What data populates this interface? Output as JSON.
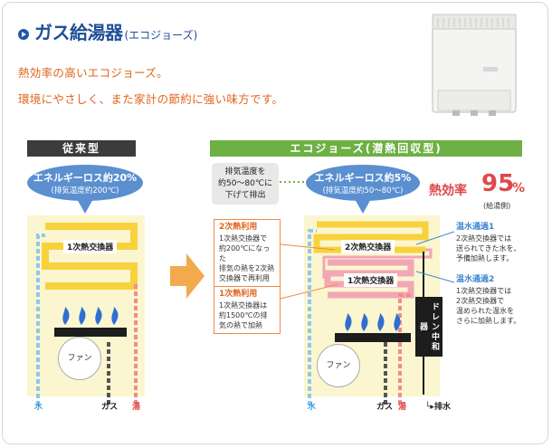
{
  "header": {
    "title": "ガス給湯器",
    "subtitle": "(エコジョーズ)",
    "lead1": "熱効率の高いエコジョーズ。",
    "lead2": "環境にやさしく、また家計の節約に強い味方です。"
  },
  "left": {
    "tag": "従来型",
    "bubble_l1": "エネルギーロス約20%",
    "bubble_l2": "(排気温度約200℃)",
    "hx1": "1次熱交換器",
    "fan": "ファン",
    "water": "水",
    "gas": "ガス",
    "hot": "湯"
  },
  "right": {
    "tag": "エコジョーズ(潜熱回収型)",
    "exhaust_note": [
      "排気温度を",
      "約50～80℃に",
      "下げて排出"
    ],
    "bubble_l1": "エネルギーロス約5%",
    "bubble_l2": "(排気温度約50～80℃)",
    "eff_label": "熱効率",
    "eff_value": "95",
    "eff_unit": "%",
    "eff_note": "(給湯側)",
    "hx2": "2次熱交換器",
    "hx1": "1次熱交換器",
    "fan": "ファン",
    "water": "水",
    "gas": "ガス",
    "hot": "湯",
    "drain_box": "ドレン中和器",
    "drain": "排水",
    "secondary_use_head": "2次熱利用",
    "secondary_use_body": [
      "1次熱交換器で",
      "約200℃になった",
      "排気の熱を2次熱",
      "交換器で再利用"
    ],
    "primary_use_head": "1次熱利用",
    "primary_use_body": [
      "1次熱交換器は",
      "約1500℃の排",
      "気の熱で加熱"
    ],
    "pass1_head": "温水通過1",
    "pass1_body": [
      "2次熱交換器では",
      "送られてきた水を、",
      "予備加熱します。"
    ],
    "pass2_head": "温水通過2",
    "pass2_body": [
      "1次熱交換器では",
      "2次熱交換器で",
      "温められた温水を",
      "さらに加熱します。"
    ]
  },
  "colors": {
    "blue_pipe": "#8cc8ef",
    "red_pipe": "#f08c8c",
    "yellow_zigzag": "#f7d23d",
    "tag_old": "#3c3c3c",
    "tag_new": "#6db043",
    "bubble": "#5a8fd0",
    "cabinet": "#fbf6cf",
    "arrow": "#f3a94e"
  },
  "icons": {
    "title_bullet": "chevron-right-circle-icon",
    "flame": "gas-flame-icon",
    "big_arrow": "arrow-right-icon",
    "product": "water-heater-unit-icon"
  }
}
